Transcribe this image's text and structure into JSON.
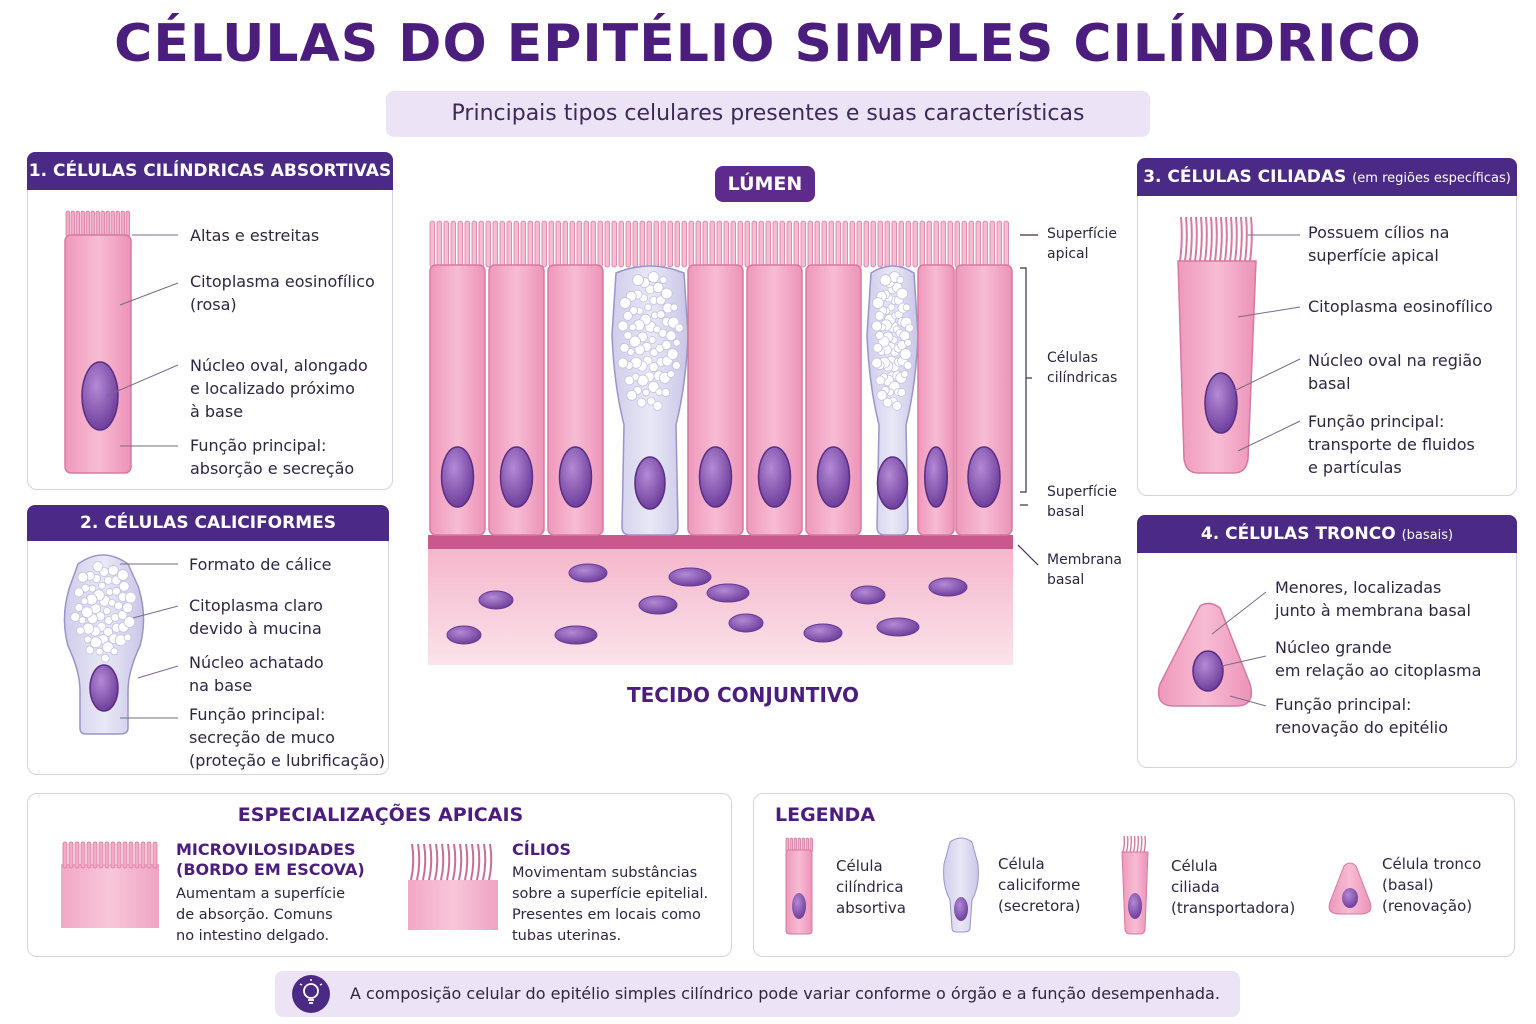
{
  "title": "CÉLULAS DO EPITÉLIO SIMPLES CILÍNDRICO",
  "subtitle": "Principais tipos celulares presentes e suas características",
  "panel1": {
    "title": "1. CÉLULAS CILÍNDRICAS ABSORTIVAS",
    "labels": [
      "Altas e estreitas",
      "Citoplasma eosinofílico\n(rosa)",
      "Núcleo oval, alongado\ne localizado próximo\nà base",
      "Função principal:\nabsorção e secreção"
    ]
  },
  "panel2": {
    "title": "2. CÉLULAS CALICIFORMES",
    "labels": [
      "Formato de cálice",
      "Citoplasma claro\ndevido à mucina",
      "Núcleo achatado\nna base",
      "Função principal:\nsecreção de muco\n(proteção e lubrificação)"
    ]
  },
  "panel3": {
    "title": "3. CÉLULAS CILIADAS",
    "title_note": "(em regiões específicas)",
    "labels": [
      "Possuem cílios na\nsuperfície apical",
      "Citoplasma eosinofílico",
      "Núcleo oval na região\nbasal",
      "Função principal:\ntransporte de fluidos\ne partículas"
    ]
  },
  "panel4": {
    "title": "4. CÉLULAS TRONCO",
    "title_note": "(basais)",
    "labels": [
      "Menores, localizadas\njunto à membrana basal",
      "Núcleo grande\nem relação ao citoplasma",
      "Função principal:\nrenovação do epitélio"
    ]
  },
  "center": {
    "lumen": "LÚMEN",
    "connective": "TECIDO CONJUNTIVO",
    "side_labels": [
      "Superfície\napical",
      "Células\ncilíndricas",
      "Superfície\nbasal",
      "Membrana\nbasal"
    ]
  },
  "apical": {
    "title": "ESPECIALIZAÇÕES APICAIS",
    "micro_title": "MICROVILOSIDADES\n(BORDO EM ESCOVA)",
    "micro_text": "Aumentam a superfície\nde absorção. Comuns\nno intestino delgado.",
    "cilia_title": "CÍLIOS",
    "cilia_text": "Movimentam substâncias\nsobre a superfície epitelial.\nPresentes em locais como\ntubas uterinas."
  },
  "legend": {
    "title": "LEGENDA",
    "items": [
      "Célula\ncilíndrica\nabsortiva",
      "Célula\ncaliciforme\n(secretora)",
      "Célula\nciliada\n(transportadora)",
      "Célula tronco\n(basal)\n(renovação)"
    ]
  },
  "footer": "A composição celular do epitélio simples cilíndrico pode variar conforme o órgão e a função desempenhada.",
  "colors": {
    "brand": "#4b1e7e",
    "header": "#4b2a86",
    "cell_pink": "#f4a9c6",
    "nucleus": "#8c5fb5",
    "goblet": "#d6d6ef"
  }
}
